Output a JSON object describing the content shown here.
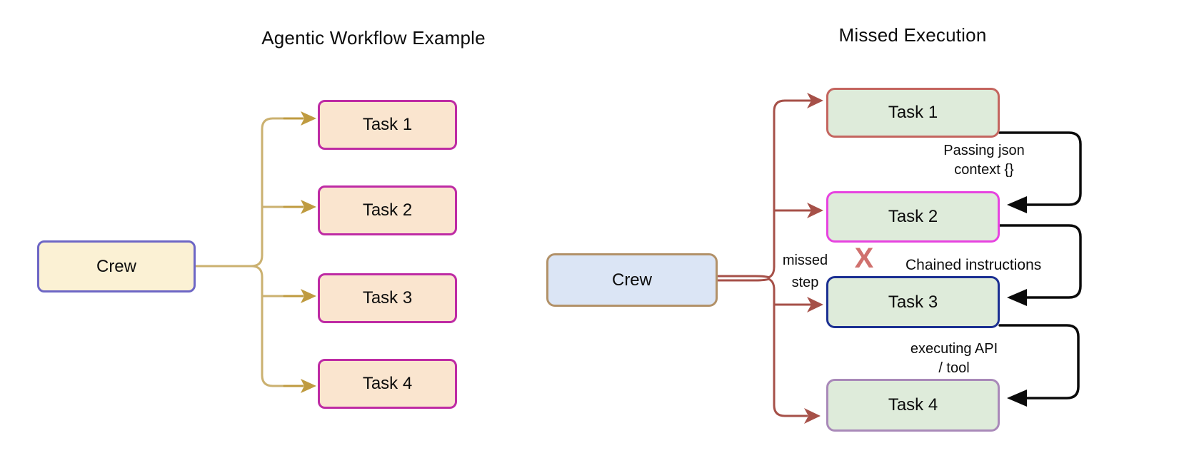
{
  "left_diagram": {
    "title": "Agentic Workflow Example",
    "crew": {
      "label": "Crew",
      "fill": "#FBF1D4",
      "border": "#6D66C5"
    },
    "tasks": [
      {
        "label": "Task 1"
      },
      {
        "label": "Task 2"
      },
      {
        "label": "Task 3"
      },
      {
        "label": "Task 4"
      }
    ],
    "task_fill": "#FAE5CF",
    "task_border": "#BE2BA4",
    "arrow_trunk_color": "#CBB170",
    "arrow_color": "#BF9B40"
  },
  "right_diagram": {
    "title": "Missed Execution",
    "crew": {
      "label": "Crew",
      "fill": "#DBE5F5",
      "border": "#B29168"
    },
    "tasks": [
      {
        "label": "Task 1",
        "border": "#C4655F",
        "fill": "#DEEBDA"
      },
      {
        "label": "Task 2",
        "border": "#E743E0",
        "fill": "#DEEBDA"
      },
      {
        "label": "Task 3",
        "border": "#1B2F92",
        "fill": "#DEEBDA"
      },
      {
        "label": "Task 4",
        "border": "#A989B9",
        "fill": "#DEEBDA"
      }
    ],
    "dispatch_arrow_color": "#A65048",
    "chain_arrow_color": "#0b0b0b",
    "annotations": {
      "passing_json_line1": "Passing json",
      "passing_json_line2": "context {}",
      "missed_step_line1": "missed",
      "missed_step_line2": "step",
      "x_mark": "X",
      "x_mark_color": "#D0716E",
      "chained": "Chained instructions",
      "executing_line1": "executing API",
      "executing_line2": "/ tool"
    }
  }
}
